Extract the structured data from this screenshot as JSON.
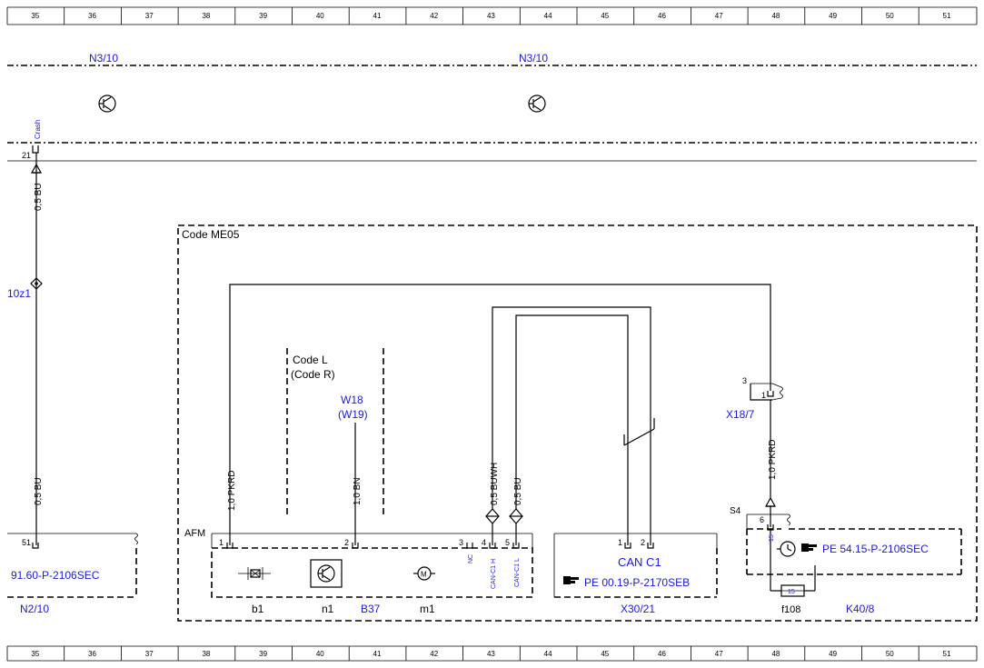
{
  "ruler": {
    "columns": [
      "35",
      "36",
      "37",
      "38",
      "39",
      "40",
      "41",
      "42",
      "43",
      "44",
      "45",
      "46",
      "47",
      "48",
      "49",
      "50",
      "51"
    ]
  },
  "labels": {
    "n3_10_a": "N3/10",
    "n3_10_b": "N3/10",
    "crash": "Crash",
    "pin_21": "21",
    "wire_05bu_top": "0,5 BU",
    "ten_z1": "10z1",
    "wire_05bu_bot": "0,5 BU",
    "pin_51": "51",
    "ref_91": "91.60-P-2106SEC",
    "n2_10": "N2/10",
    "code_me05": "Code ME05",
    "code_l": "Code L",
    "code_r": "(Code R)",
    "w18": "W18",
    "w19": "(W19)",
    "wire_10pkrd_left": "1,0 PKRD",
    "wire_10bn": "1,0 BN",
    "wire_05buwh": "0,5 BUWH",
    "wire_05bu_mid": "0,5 BU",
    "afm": "AFM",
    "pin_1_afm": "1",
    "pin_2_afm": "2",
    "pin_3_afm": "3",
    "pin_4_afm": "4",
    "pin_5_afm": "5",
    "nc": "NC",
    "can_c1_h": "CAN-C1 H",
    "can_c1_l": "CAN-C1 L",
    "b1": "b1",
    "n1": "n1",
    "b37": "B37",
    "m1": "m1",
    "can_c1": "CAN C1",
    "pin_1_can": "1",
    "pin_2_can": "2",
    "ref_pe00": "PE 00.19-P-2170SEB",
    "x30_21": "X30/21",
    "pin_3_x18": "3",
    "pin_1_x18": "1",
    "x18_7": "X18/7",
    "wire_10pkrd_right": "1,0 PKRD",
    "s4": "S4",
    "pin_6": "6",
    "pin_15": "15",
    "ref_pe54": "PE 54.15-P-2106SEC",
    "fuse_15": "15",
    "f108": "f108",
    "k40_8": "K40/8"
  },
  "colors": {
    "reference_blue": "#1a1adb",
    "line": "#000000"
  },
  "icons": [
    "transistor-icon",
    "motor-icon",
    "heater-icon",
    "hand-pointer-icon",
    "clock-relay-icon",
    "fuse-icon",
    "connector-icon"
  ]
}
